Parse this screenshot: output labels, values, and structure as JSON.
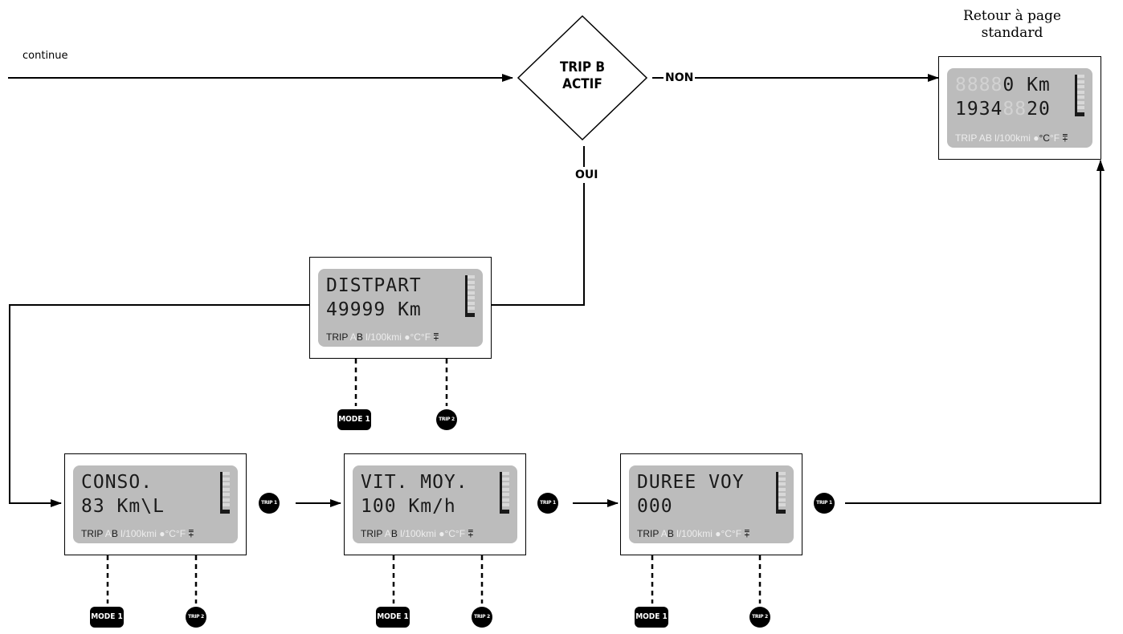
{
  "labels": {
    "continue": "continue",
    "decision_line1": "TRIP B",
    "decision_line2": "ACTIF",
    "non": "NON",
    "oui": "OUI",
    "return_title": "Retour à page standard"
  },
  "buttons": {
    "mode": "MODE 1",
    "trip1": "TRIP 1",
    "trip2": "TRIP 2"
  },
  "status_bar": {
    "trip": "TRIP",
    "a": "A",
    "b": "B",
    "unit": "l/100kmi",
    "clock_icon": "●",
    "celsius": "°C",
    "fahrenheit": "°F",
    "coolant_icon": "⩱"
  },
  "screens": {
    "standard": {
      "line1": "0 Km",
      "line2_time": "1934",
      "line2_temp": "20"
    },
    "distpart": {
      "line1": "DISTPART",
      "line2": "49999 Km"
    },
    "conso": {
      "line1": "CONSO.",
      "line2": "83 Km\\L"
    },
    "vitmoy": {
      "line1": "VIT. MOY.",
      "line2": "100 Km/h"
    },
    "dureevoy": {
      "line1": "DUREE VOY",
      "line2": "000"
    }
  },
  "colors": {
    "lcd_background": "#bcbcbc",
    "segment_on": "#1a1a1a",
    "segment_off": "#d2d2d2"
  }
}
